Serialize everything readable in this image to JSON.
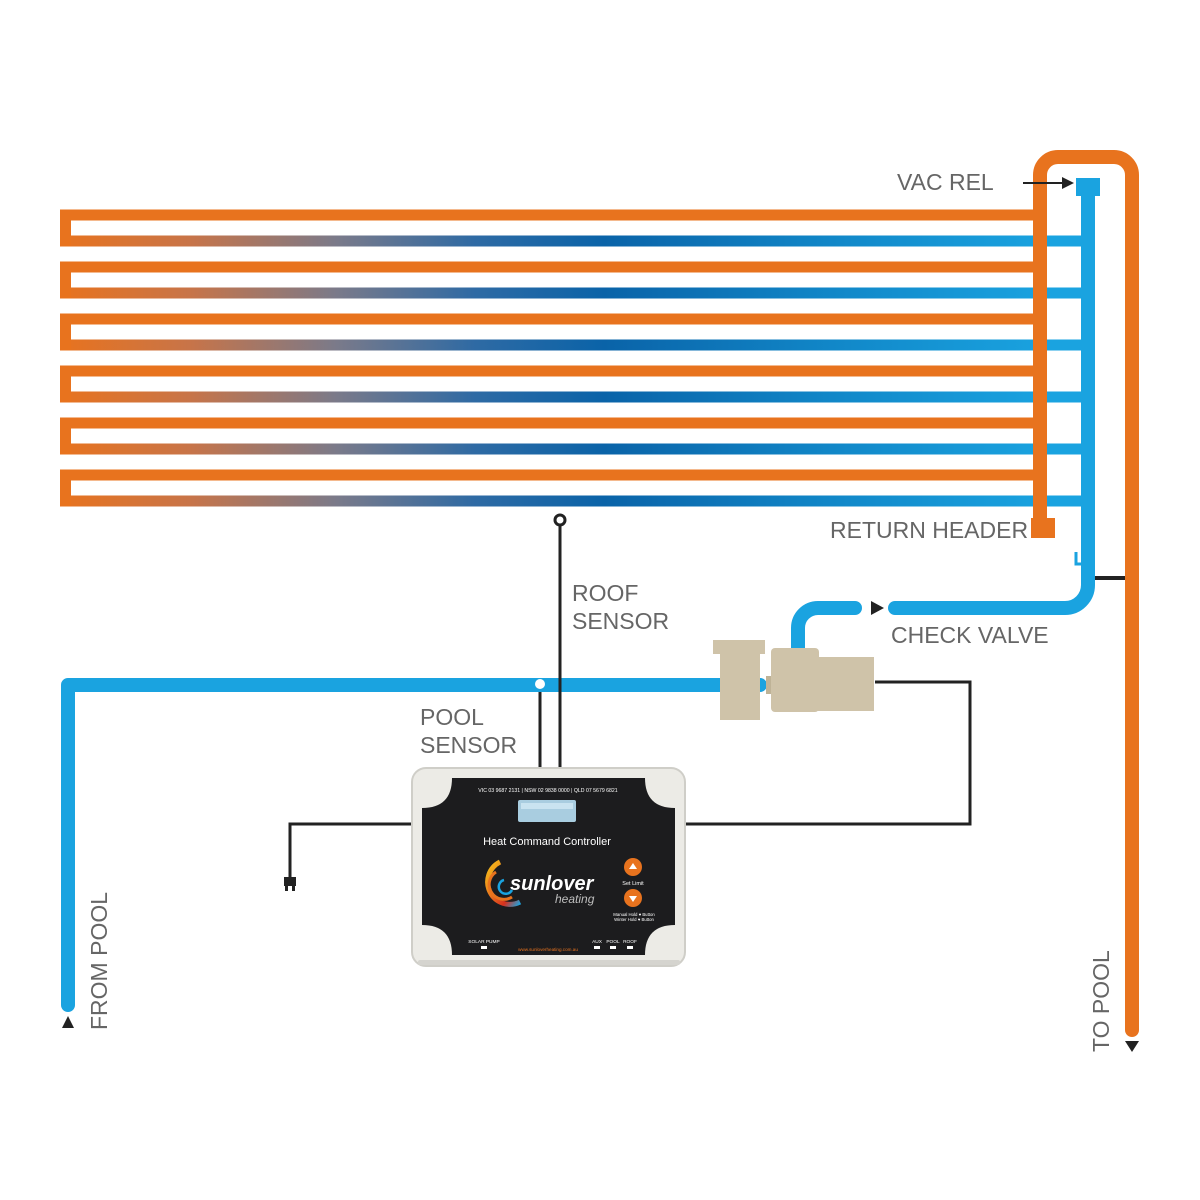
{
  "labels": {
    "vac_rel": "VAC REL",
    "return_header": "RETURN HEADER",
    "roof_sensor": [
      "ROOF",
      "SENSOR"
    ],
    "pool_sensor": [
      "POOL",
      "SENSOR"
    ],
    "check_valve": "CHECK VALVE",
    "from_pool": "FROM POOL",
    "to_pool": "TO POOL"
  },
  "controller": {
    "phones": "VIC 03 9687 2131 | NSW 02 9838 0000 | QLD 07 5679 6821",
    "title": "Heat Command Controller",
    "brand": "sunlover",
    "brand_sub": "heating",
    "set_limit": "Set Limit",
    "hold_note_1": "Manual Hold ♥ Button",
    "hold_note_2": "Winter Hold ♥ Button",
    "solar_pump": "SOLAR PUMP",
    "aux": "AUX",
    "pool": "POOL",
    "roof": "ROOF",
    "website": "www.sunloverheating.com.au"
  },
  "colors": {
    "hot_pipe": "#e8731e",
    "cold_pipe": "#1aa3e0",
    "mid_pipe": "#0a63a8",
    "wire": "#222222",
    "pump": "#cfc3a9",
    "label": "#666666",
    "controller_body": "#1c1c1e",
    "controller_case": "#ecebe6"
  },
  "icons": {
    "power_plug": "power-plug-icon",
    "up_button": "arrow-up-icon",
    "down_button": "arrow-down-icon",
    "flow_arrow": "triangle-arrow-icon"
  }
}
